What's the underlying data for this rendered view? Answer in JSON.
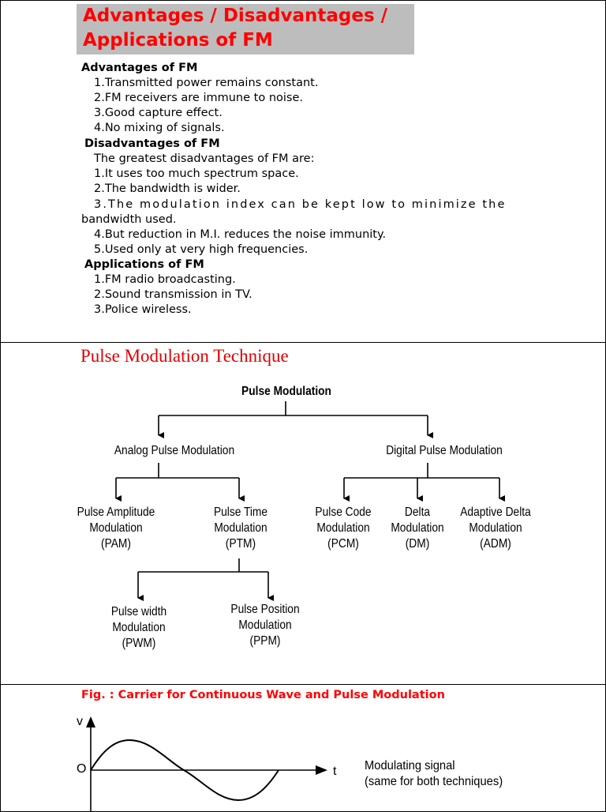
{
  "slide1": {
    "title_line1": "Advantages / Disadvantages /",
    "title_line2": "Applications of FM",
    "advantages_heading": "Advantages of FM",
    "advantages": [
      "1.Transmitted power remains constant.",
      "2.FM receivers are immune to noise.",
      "3.Good capture effect.",
      "4.No mixing of signals."
    ],
    "disadvantages_heading": "Disadvantages of FM",
    "disadvantages_intro": "The greatest disadvantages of FM are:",
    "disadvantages": [
      "1.It uses too much spectrum space.",
      "2.The bandwidth is wider.",
      "3.The modulation index can be kept low to minimize the",
      "bandwidth used.",
      "4.But reduction in M.I. reduces the noise immunity.",
      "5.Used only at very high frequencies."
    ],
    "applications_heading": "Applications of FM",
    "applications": [
      "1.FM radio broadcasting.",
      "2.Sound transmission in TV.",
      "3.Police wireless."
    ]
  },
  "slide2": {
    "title": "Pulse Modulation Technique",
    "root": "Pulse Modulation",
    "analog": "Analog Pulse Modulation",
    "digital": "Digital Pulse Modulation",
    "pam": [
      "Pulse Amplitude",
      "Modulation",
      "(PAM)"
    ],
    "ptm": [
      "Pulse Time",
      "Modulation",
      "(PTM)"
    ],
    "pcm": [
      "Pulse Code",
      "Modulation",
      "(PCM)"
    ],
    "dm": [
      "Delta",
      "Modulation",
      "(DM)"
    ],
    "adm": [
      "Adaptive Delta",
      "Modulation",
      "(ADM)"
    ],
    "pwm": [
      "Pulse width",
      "Modulation",
      "(PWM)"
    ],
    "ppm": [
      "Pulse Position",
      "Modulation",
      "(PPM)"
    ]
  },
  "slide3": {
    "title": "Fig. : Carrier for Continuous Wave and Pulse Modulation",
    "y_axis_label": "v",
    "origin_label": "O",
    "x_axis_label": "t",
    "signal_label_line1": "Modulating signal",
    "signal_label_line2": "(same for both techniques)"
  }
}
